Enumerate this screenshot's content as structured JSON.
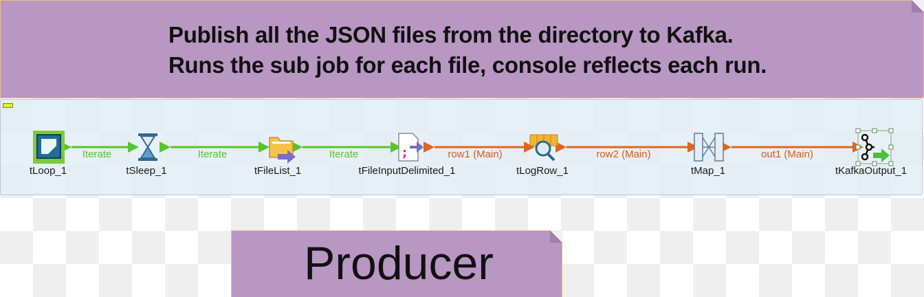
{
  "notes": {
    "header": {
      "line1": "Publish all the JSON files from the directory to Kafka.",
      "line2": "Runs the sub job for each file, console reflects each run."
    },
    "footer": {
      "title": "Producer"
    }
  },
  "components": [
    {
      "id": "tLoop_1",
      "label": "tLoop_1",
      "icon": "loop-icon"
    },
    {
      "id": "tSleep_1",
      "label": "tSleep_1",
      "icon": "hourglass-icon"
    },
    {
      "id": "tFileList_1",
      "label": "tFileList_1",
      "icon": "folder-list-icon"
    },
    {
      "id": "tFileInputDelimited_1",
      "label": "tFileInputDelimited_1",
      "icon": "delimited-file-icon"
    },
    {
      "id": "tLogRow_1",
      "label": "tLogRow_1",
      "icon": "log-row-icon"
    },
    {
      "id": "tMap_1",
      "label": "tMap_1",
      "icon": "map-icon"
    },
    {
      "id": "tKafkaOutput_1",
      "label": "tKafkaOutput_1",
      "icon": "kafka-output-icon"
    }
  ],
  "links": [
    {
      "label": "Iterate",
      "type": "iterate"
    },
    {
      "label": "Iterate",
      "type": "iterate"
    },
    {
      "label": "Iterate",
      "type": "iterate"
    },
    {
      "label": "row1 (Main)",
      "type": "main"
    },
    {
      "label": "row2 (Main)",
      "type": "main"
    },
    {
      "label": "out1 (Main)",
      "type": "main"
    }
  ],
  "colors": {
    "note_background": "#b897c3",
    "iterate_link": "#55c52a",
    "main_link": "#e0651f",
    "selection": "#7ec93a"
  }
}
